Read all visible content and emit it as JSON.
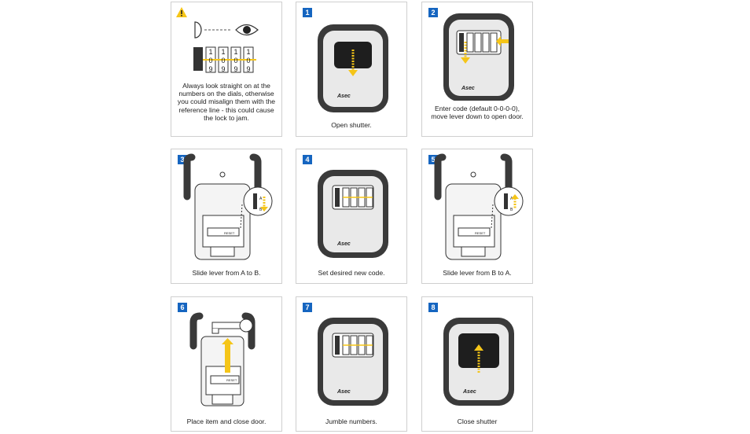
{
  "steps": [
    {
      "badge": "",
      "caption": "Always look straight on at the numbers on the dials, otherwise you could misalign them with the reference line - this could cause the lock to jam."
    },
    {
      "badge": "1",
      "caption": "Open shutter."
    },
    {
      "badge": "2",
      "caption": "Enter code (default 0-0-0-0), move lever down to open door."
    },
    {
      "badge": "3",
      "caption": "Slide lever from A to B."
    },
    {
      "badge": "4",
      "caption": "Set desired new code."
    },
    {
      "badge": "5",
      "caption": "Slide lever from B to A."
    },
    {
      "badge": "6",
      "caption": "Place item and close door."
    },
    {
      "badge": "7",
      "caption": "Jumble numbers."
    },
    {
      "badge": "8",
      "caption": "Close shutter"
    }
  ],
  "brand": "Asec",
  "dial_digits": {
    "top": "1",
    "middle": "0",
    "bottom": "9"
  },
  "ab_labels": {
    "a": "A",
    "b": "B"
  },
  "reset_label": "RESET",
  "warning_icon": "warning-triangle-icon",
  "colors": {
    "accent_yellow": "#f5c518",
    "badge_blue": "#1565c0",
    "body_dark": "#3a3a3a"
  }
}
